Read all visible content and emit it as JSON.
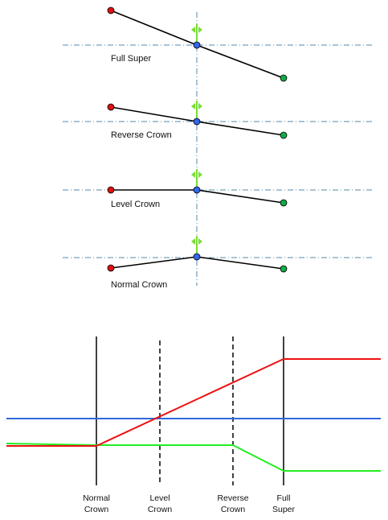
{
  "sections": [
    {
      "label": "Full Super"
    },
    {
      "label": "Reverse Crown"
    },
    {
      "label": "Level Crown"
    },
    {
      "label": "Normal Crown"
    }
  ],
  "stations": [
    {
      "line1": "Normal",
      "line2": "Crown"
    },
    {
      "line1": "Level",
      "line2": "Crown"
    },
    {
      "line1": "Reverse",
      "line2": "Crown"
    },
    {
      "line1": "Full",
      "line2": "Super"
    }
  ],
  "colors": {
    "left_edge": "#ee1111",
    "centerline": "#3366dd",
    "right_edge": "#22ee22",
    "point_left": "#dd1111",
    "point_center": "#3366ee",
    "point_right": "#11aa44",
    "axis": "#5588aa",
    "marker": "#77dd33"
  }
}
